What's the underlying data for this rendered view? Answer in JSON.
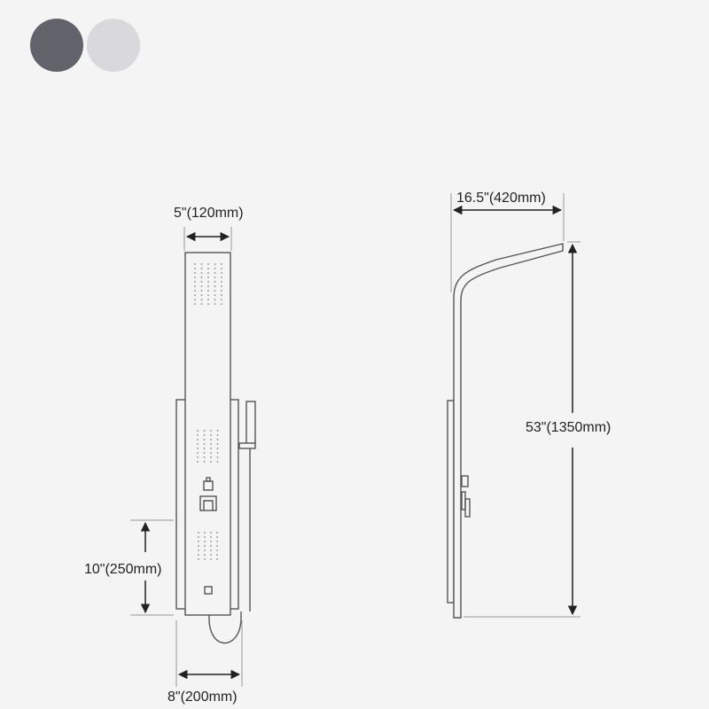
{
  "swatches": [
    {
      "name": "dark-gray",
      "color": "#62626b"
    },
    {
      "name": "light-gray",
      "color": "#d9d9db"
    }
  ],
  "front_view": {
    "width_top": "5\"(120mm)",
    "section_height": "10\"(250mm)",
    "width_bottom": "8\"(200mm)"
  },
  "side_view": {
    "depth": "16.5\"(420mm)",
    "height": "53\"(1350mm)"
  },
  "colors": {
    "line": "#555555",
    "dim_line": "#222222",
    "background": "#f4f4f4"
  }
}
